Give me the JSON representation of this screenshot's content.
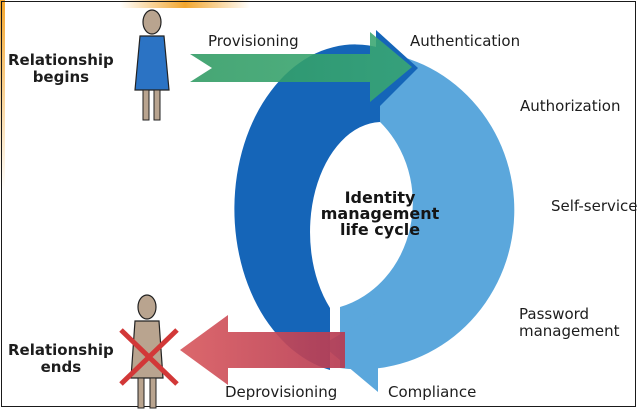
{
  "center": {
    "line1": "Identity",
    "line2": "management",
    "line3": "life cycle"
  },
  "start_label": {
    "line1": "Relationship",
    "line2": "begins"
  },
  "end_label": {
    "line1": "Relationship",
    "line2": "ends"
  },
  "stages": {
    "provisioning": "Provisioning",
    "authentication": "Authentication",
    "authorization": "Authorization",
    "self_service": "Self-service",
    "password_line1": "Password",
    "password_line2": "management",
    "compliance": "Compliance",
    "deprovisioning": "Deprovisioning"
  },
  "colors": {
    "dark_blue": "#1565b8",
    "light_blue": "#5ba7dc",
    "green_arrow": "#2e9a62",
    "red_arrow": "#d85a5f",
    "person_blue": "#2b73c4",
    "person_tan": "#b9a48f",
    "cross": "#d23838"
  },
  "icons": {
    "person_start": "person-icon",
    "person_end": "person-icon",
    "cross": "red-x-icon"
  }
}
